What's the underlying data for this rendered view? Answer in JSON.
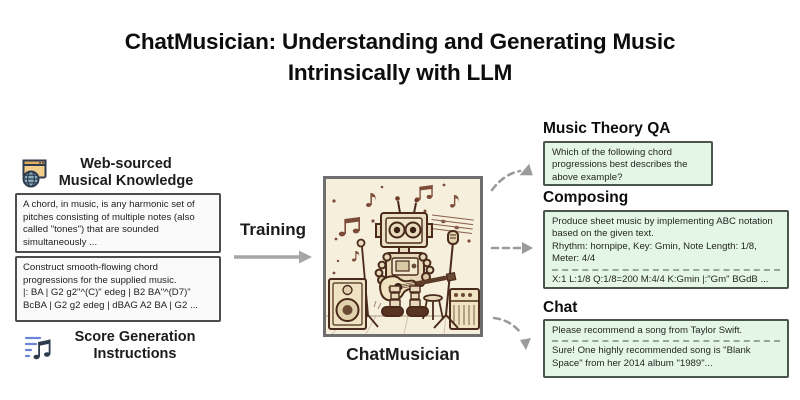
{
  "title": "ChatMusician: Understanding and Generating Music\nIntrinsically with LLM",
  "left": {
    "knowledge_heading": "Web-sourced\nMusical Knowledge",
    "knowledge_box": "A chord, in music, is any harmonic set of pitches consisting of multiple notes (also called \"tones\") that are sounded simultaneously ...",
    "instructions_box": "Construct smooth-flowing chord progressions for the supplied music.\n|: BA | G2 g2\"^(C)\" edeg | B2 BA\"^(D7)\" BcBA | G2 g2 edeg | dBAG A2 BA | G2 ...",
    "instructions_heading": "Score Generation\nInstructions"
  },
  "center": {
    "training_label": "Training",
    "model_name": "ChatMusician"
  },
  "right": {
    "qa": {
      "heading": "Music Theory QA",
      "prompt": "Which of the following chord progressions best describes the above example?"
    },
    "composing": {
      "heading": "Composing",
      "prompt": "Produce sheet music by implementing ABC notation based on the given text.\nRhythm: hornpipe, Key: Gmin, Note Length: 1/8, Meter: 4/4",
      "response": "X:1 L:1/8 Q:1/8=200 M:4/4 K:Gmin |:\"Gm\" BGdB ..."
    },
    "chat": {
      "heading": "Chat",
      "prompt": "Please recommend a song from Taylor Swift.",
      "response": "Sure! One highly recommended song is \"Blank Space\" from her 2014 album \"1989\"..."
    }
  },
  "colors": {
    "green_box_bg": "#e4f6e6",
    "green_box_border": "#4a564c",
    "plain_box_bg": "#fafafa",
    "plain_box_border": "#4d4d4d",
    "arrow_gray": "#9e9e9e",
    "sketch_brown": "#5a3423",
    "sketch_bg": "#f6efdb"
  }
}
